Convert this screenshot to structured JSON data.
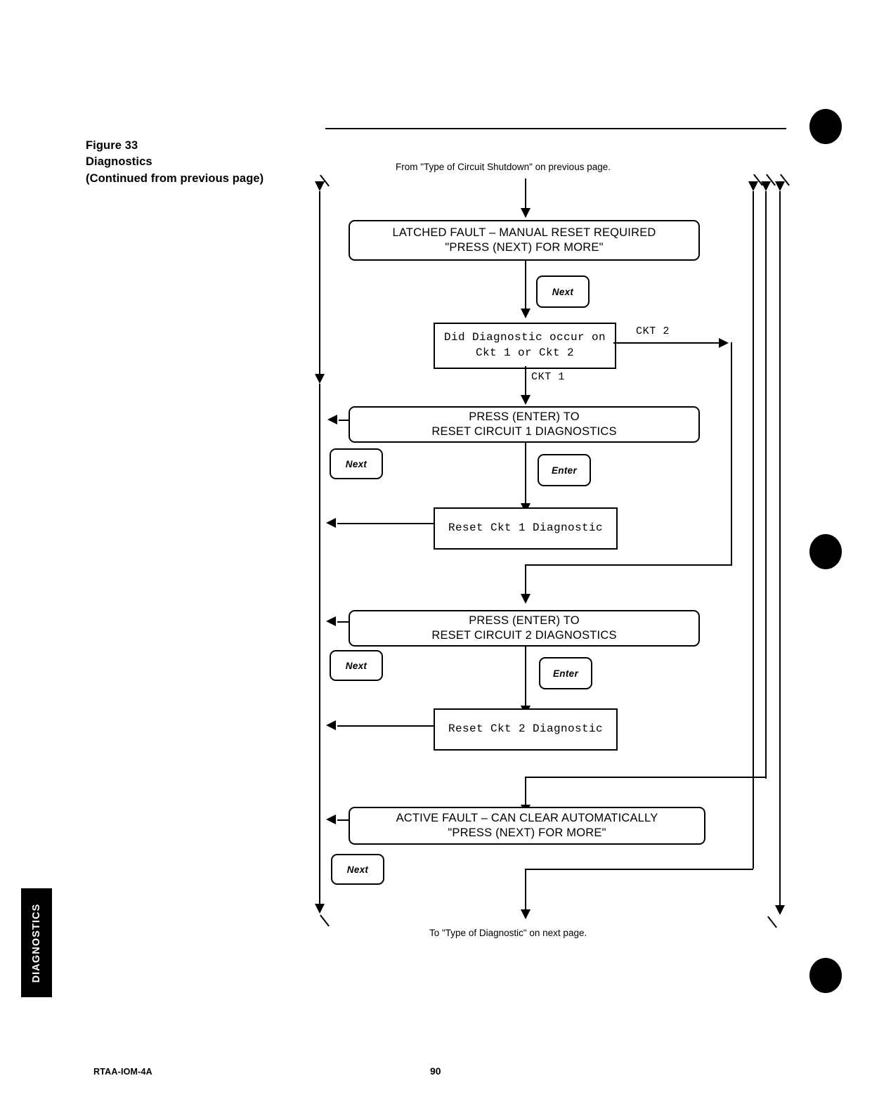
{
  "figure": {
    "number": "Figure 33",
    "title": "Diagnostics",
    "continued": "(Continued from previous page)"
  },
  "notes": {
    "from": "From \"Type of Circuit Shutdown\" on previous page.",
    "to": "To \"Type of Diagnostic\" on next page."
  },
  "side_tab": {
    "label": "DIAGNOSTICS"
  },
  "footer": {
    "document": "RTAA-IOM-4A",
    "page": "90"
  },
  "nodes": {
    "latched_fault": {
      "line1": "LATCHED FAULT – MANUAL RESET REQUIRED",
      "line2": "\"PRESS (NEXT) FOR MORE\""
    },
    "decision": {
      "line1": "Did Diagnostic occur on",
      "line2": "Ckt 1 or Ckt 2"
    },
    "press_enter_ckt1": {
      "line1": "PRESS (ENTER) TO",
      "line2": "RESET CIRCUIT 1 DIAGNOSTICS"
    },
    "reset_ckt1": {
      "line1": "Reset Ckt 1 Diagnostic"
    },
    "press_enter_ckt2": {
      "line1": "PRESS (ENTER) TO",
      "line2": "RESET CIRCUIT 2 DIAGNOSTICS"
    },
    "reset_ckt2": {
      "line1": "Reset Ckt 2 Diagnostic"
    },
    "active_fault": {
      "line1": "ACTIVE FAULT – CAN CLEAR AUTOMATICALLY",
      "line2": "\"PRESS (NEXT) FOR MORE\""
    }
  },
  "keys": {
    "next_1": "Next",
    "next_2": "Next",
    "next_3": "Next",
    "next_4": "Next",
    "enter_1": "Enter",
    "enter_2": "Enter"
  },
  "edge_labels": {
    "ckt2": "CKT 2",
    "ckt1": "CKT 1"
  },
  "colors": {
    "ink": "#000000",
    "paper": "#ffffff"
  }
}
